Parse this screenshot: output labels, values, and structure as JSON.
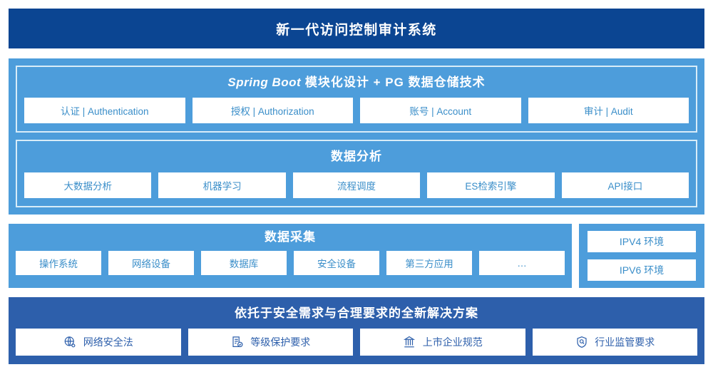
{
  "header": {
    "title": "新一代访问控制审计系统"
  },
  "colors": {
    "header_navy": "#0b4592",
    "panel_blue": "#4d9ddb",
    "bottom_blue": "#2d5fab",
    "chip_bg": "#ffffff",
    "chip_text_blue": "#3a8ec9",
    "chip_text_navy": "#2d5fab",
    "inner_border": "#d8ecf8"
  },
  "sections": {
    "spring_boot": {
      "title_latin": "Spring Boot",
      "title_cn": "模块化设计 + PG 数据仓储技术",
      "items": [
        {
          "label": "认证 | Authentication"
        },
        {
          "label": "授权 | Authorization"
        },
        {
          "label": "账号 | Account"
        },
        {
          "label": "审计 | Audit"
        }
      ]
    },
    "data_analysis": {
      "title": "数据分析",
      "items": [
        {
          "label": "大数据分析"
        },
        {
          "label": "机器学习"
        },
        {
          "label": "流程调度"
        },
        {
          "label": "ES检索引擎"
        },
        {
          "label": "API接口"
        }
      ]
    },
    "data_collection": {
      "title": "数据采集",
      "items": [
        {
          "label": "操作系统"
        },
        {
          "label": "网络设备"
        },
        {
          "label": "数据库"
        },
        {
          "label": "安全设备"
        },
        {
          "label": "第三方应用"
        },
        {
          "label": "…"
        }
      ]
    },
    "ip_environment": {
      "items": [
        {
          "label": "IPV4 环境"
        },
        {
          "label": "IPV6 环境"
        }
      ]
    },
    "compliance": {
      "title": "依托于安全需求与合理要求的全新解决方案",
      "items": [
        {
          "label": "网络安全法",
          "icon": "globe-icon"
        },
        {
          "label": "等级保护要求",
          "icon": "document-check-icon"
        },
        {
          "label": "上市企业规范",
          "icon": "bank-building-icon"
        },
        {
          "label": "行业监管要求",
          "icon": "shield-search-icon"
        }
      ]
    }
  }
}
